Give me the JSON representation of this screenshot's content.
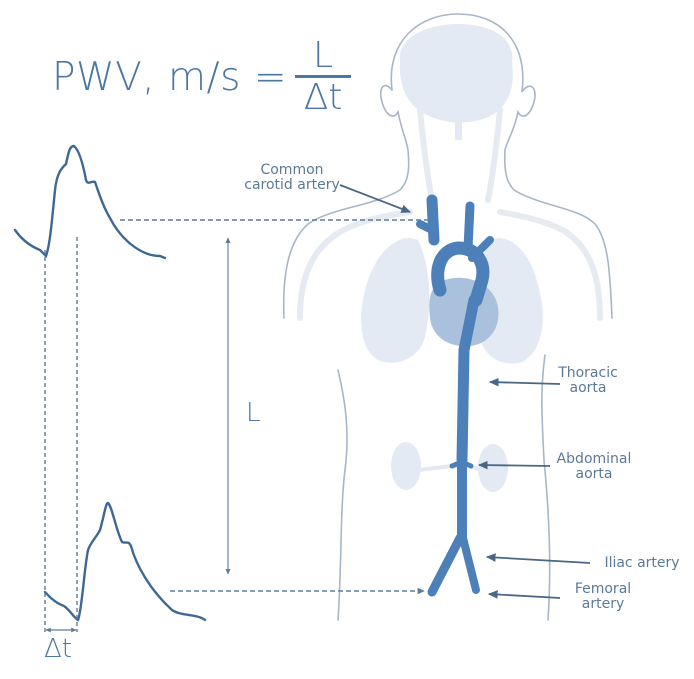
{
  "formula": {
    "lhs": "PWV, m/s =",
    "numerator": "L",
    "denominator": "Δt"
  },
  "measurements": {
    "distance_label": "L",
    "time_delta_label": "Δt"
  },
  "labels": {
    "carotid": [
      "Common",
      "carotid artery"
    ],
    "thoracic": [
      "Thoracic",
      "aorta"
    ],
    "abdominal": [
      "Abdominal",
      "aorta"
    ],
    "iliac": [
      "Iliac artery"
    ],
    "femoral": [
      "Femoral",
      "artery"
    ]
  },
  "colors": {
    "text": "#4a77a3",
    "label_text": "#5a7a98",
    "artery": "#4d80b8",
    "waveform": "#3e6894",
    "body_outline": "#a9b6c6",
    "organ_fill": "#e3eaf3",
    "heart_fill": "#a9c1dc",
    "dashed": "#5e7c99",
    "arrow": "#4a6785"
  }
}
